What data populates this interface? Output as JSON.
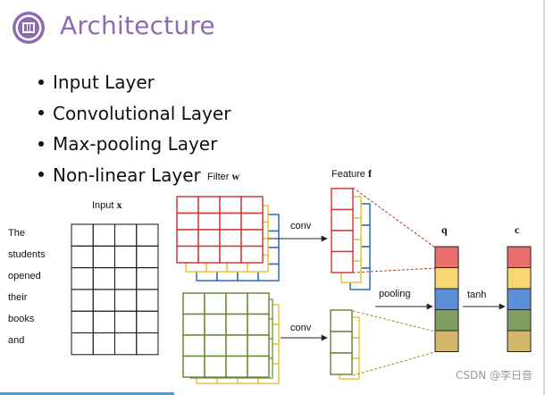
{
  "slide": {
    "title": "Architecture",
    "bullets": [
      "Input Layer",
      "Convolutional Layer",
      "Max-pooling Layer",
      "Non-linear Layer"
    ]
  },
  "diagram": {
    "input_label": "Input",
    "input_var": "x",
    "filter_label": "Filter",
    "filter_var": "w",
    "feature_label": "Feature",
    "feature_var": "f",
    "conv_top": "conv",
    "conv_bottom": "conv",
    "pooling": "pooling",
    "tanh": "tanh",
    "q_label": "q",
    "c_label": "c",
    "words": [
      "The",
      "students",
      "opened",
      "their",
      "books",
      "and"
    ],
    "colors": {
      "red": "#d63a3a",
      "yellow": "#e8c33a",
      "blue": "#2e6db5",
      "green": "#6a8a3a",
      "q_cells": [
        "#e96f6f",
        "#f6d774",
        "#5c8fd6",
        "#7f9e63",
        "#d4b66a"
      ]
    }
  },
  "watermark": "CSDN @李日音"
}
